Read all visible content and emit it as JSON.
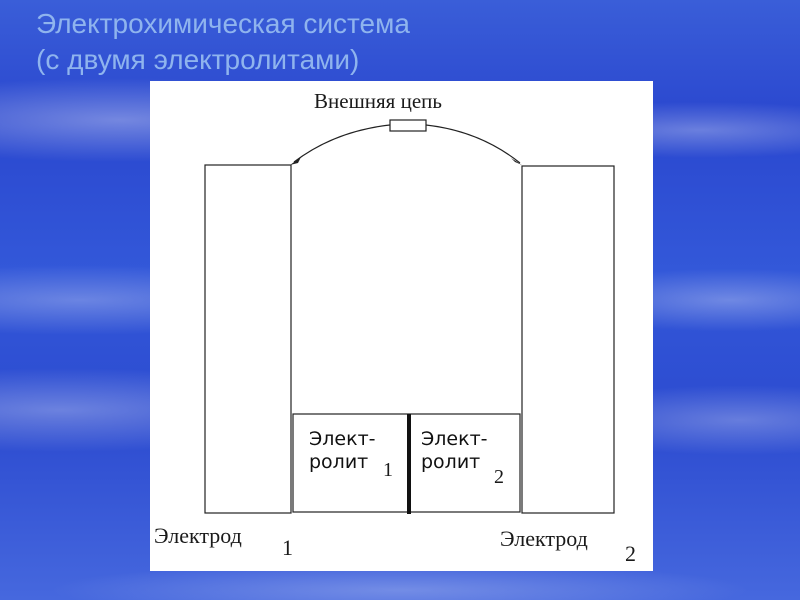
{
  "slide": {
    "title_line1": "Электрохимическая система",
    "title_line2": "(с двумя электролитами)"
  },
  "diagram": {
    "external_circuit": "Внешняя цепь",
    "electrolyte1": {
      "line1": "Элект-",
      "line2": "ролит",
      "index": "1"
    },
    "electrolyte2": {
      "line1": "Элект-",
      "line2": "ролит",
      "index": "2"
    },
    "electrode1": {
      "text": "Электрод",
      "index": "1"
    },
    "electrode2": {
      "text": "Электрод",
      "index": "2"
    }
  }
}
